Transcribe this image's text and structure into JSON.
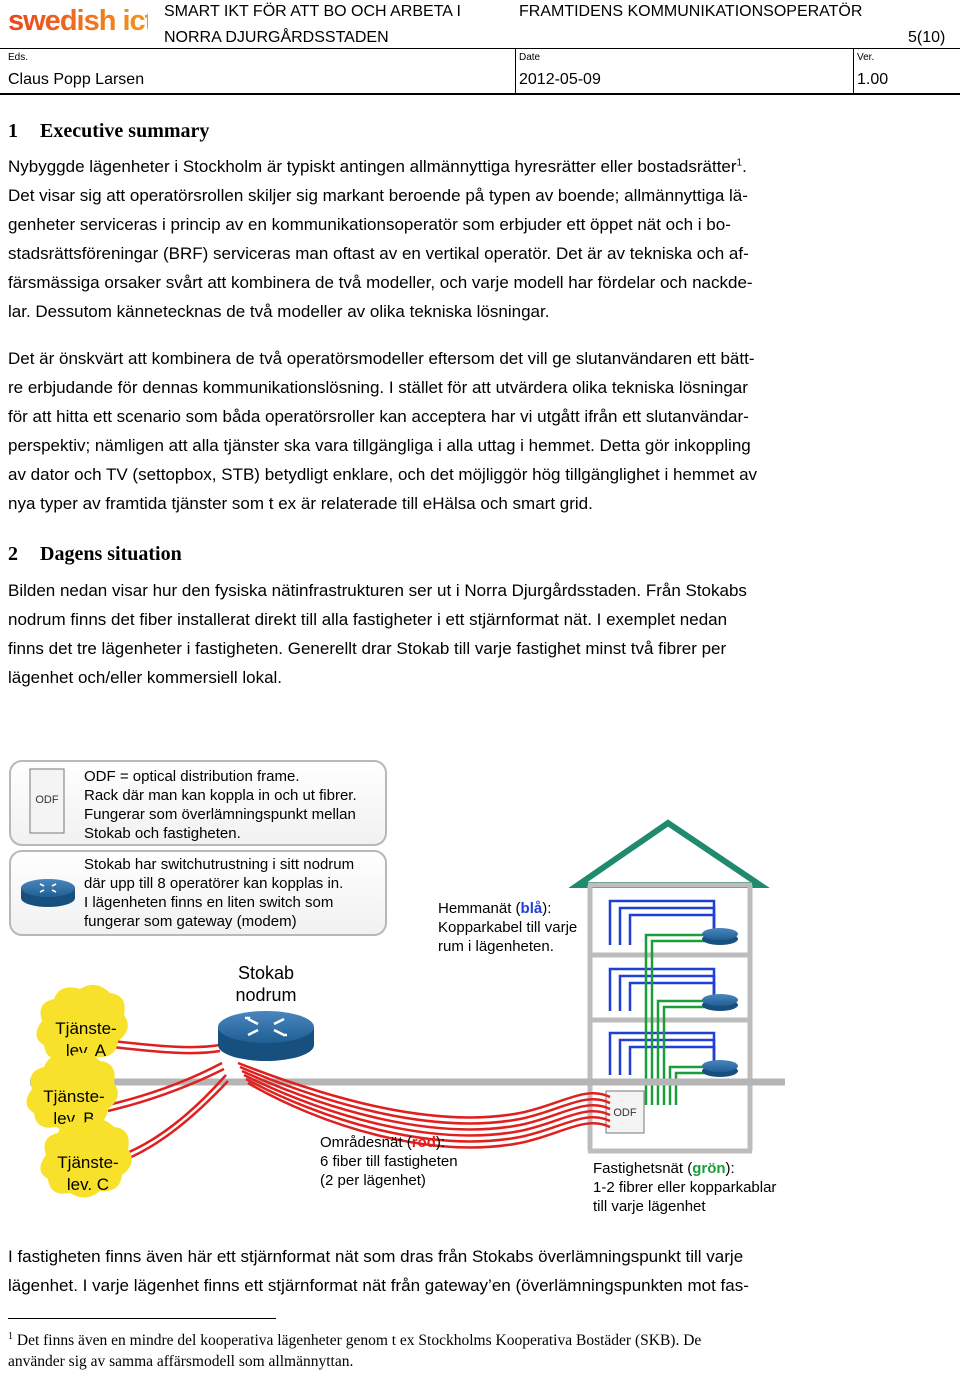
{
  "header": {
    "logo_text": "swedish ict",
    "title_left": "SMART IKT FÖR ATT BO OCH ARBETA I",
    "title_right": "FRAMTIDENS KOMMUNIKATIONSOPERATÖR",
    "subtitle": "NORRA DJURGÅRDSSTADEN",
    "page": "5(10)",
    "author_label": "Eds.",
    "date_label": "Date",
    "version_label": "Ver.",
    "author": "Claus Popp Larsen",
    "date": "2012-05-09",
    "version": "1.00"
  },
  "section1": {
    "number": "1",
    "title": "Executive summary",
    "para1": [
      "Nybyggde lägenheter i Stockholm är typiskt antingen allmännyttiga hyresrätter eller bostadsrätter",
      "Det visar sig att operatörsrollen skiljer sig markant beroende på typen av boende; allmännyttiga lä-",
      "genheter serviceras i princip av en kommunikationsoperatör som erbjuder ett öppet nät och i bo-",
      "stadsrättsföreningar (BRF) serviceras man oftast av en vertikal operatör. Det är av tekniska och af-",
      "färsmässiga orsaker svårt att kombinera de två modeller, och varje modell har fördelar och nackde-",
      "lar. Dessutom kännetecknas de två modeller av olika tekniska lösningar."
    ],
    "footnote_ref": "1",
    "para2": [
      "Det är önskvärt att kombinera de två operatörsmodeller eftersom det vill ge slutanvändaren ett bätt-",
      "re erbjudande för dennas kommunikationslösning. I stället för att utvärdera olika tekniska lösningar",
      "för att hitta ett scenario som båda operatörsroller kan acceptera har vi utgått ifrån ett slutanvändar-",
      "perspektiv; nämligen att alla tjänster ska vara tillgängliga i alla uttag i hemmet. Detta gör inkoppling",
      "av dator och TV (settopbox, STB) betydligt enklare, och det möjliggör hög tillgänglighet i hemmet av",
      "nya typer av framtida tjänster som t ex är relaterade till eHälsa och smart grid."
    ]
  },
  "section2": {
    "number": "2",
    "title": "Dagens situation",
    "para1": [
      "Bilden nedan visar hur den fysiska nätinfrastrukturen ser ut i Norra Djurgårdsstaden. Från Stokabs",
      "nodrum finns det fiber installerat direkt till alla fastigheter i ett stjärnformat nät. I exemplet nedan",
      "finns det tre lägenheter i fastigheten. Generellt drar Stokab till varje fastighet minst två fibrer per",
      "lägenhet och/eller kommersiell lokal."
    ],
    "para2": [
      "I fastigheten finns även här ett stjärnformat nät som dras från Stokabs överlämningspunkt till varje",
      "lägenhet. I varje lägenhet finns ett stjärnformat nät från gateway’en (överlämningspunkten mot fas-"
    ]
  },
  "diagram": {
    "odf_legend": {
      "icon_label": "ODF",
      "lines": [
        "ODF = optical distribution frame.",
        "Rack där man kan koppla in och ut fibrer.",
        "Fungerar som överlämningspunkt mellan",
        "Stokab och fastigheten."
      ]
    },
    "switch_legend": {
      "lines": [
        "Stokab har switchutrustning i sitt nodrum",
        "där upp till 8 operatörer kan kopplas in.",
        "I lägenheten finns en liten switch som",
        "fungerar som gateway (modem)"
      ]
    },
    "node_label": [
      "Stokab",
      "nodrum"
    ],
    "providers": [
      [
        "Tjänste-",
        "lev. A"
      ],
      [
        "Tjänste-",
        "lev. B"
      ],
      [
        "Tjänste-",
        "lev. C"
      ]
    ],
    "home_net": {
      "prefix": "Hemmanät (",
      "color_word": "blå",
      "suffix": "):",
      "lines": [
        "Kopparkabel till varje",
        "rum i lägenheten."
      ]
    },
    "area_net": {
      "prefix": "Områdesnät (",
      "color_word": "röd",
      "suffix": "):",
      "lines": [
        "6 fiber till fastigheten",
        "(2 per lägenhet)"
      ]
    },
    "building_net": {
      "prefix": "Fastighetsnät (",
      "color_word": "grön",
      "suffix": "):",
      "lines": [
        "1-2 fibrer eller kopparkablar",
        "till varje lägenhet"
      ]
    },
    "building_odf_label": "ODF",
    "colors": {
      "red": "#e0201e",
      "green": "#1a9e3a",
      "blue": "#1f3fd6",
      "roof": "#1f8a6e",
      "provider_bubble": "#f7e12a",
      "router": "#1f5f94"
    }
  },
  "footnote": {
    "number": "1",
    "lines": [
      "Det finns även en mindre del kooperativa lägenheter genom t ex Stockholms Kooperativa Bostäder (SKB). De",
      "använder sig av samma affärsmodell som allmännyttan."
    ]
  }
}
